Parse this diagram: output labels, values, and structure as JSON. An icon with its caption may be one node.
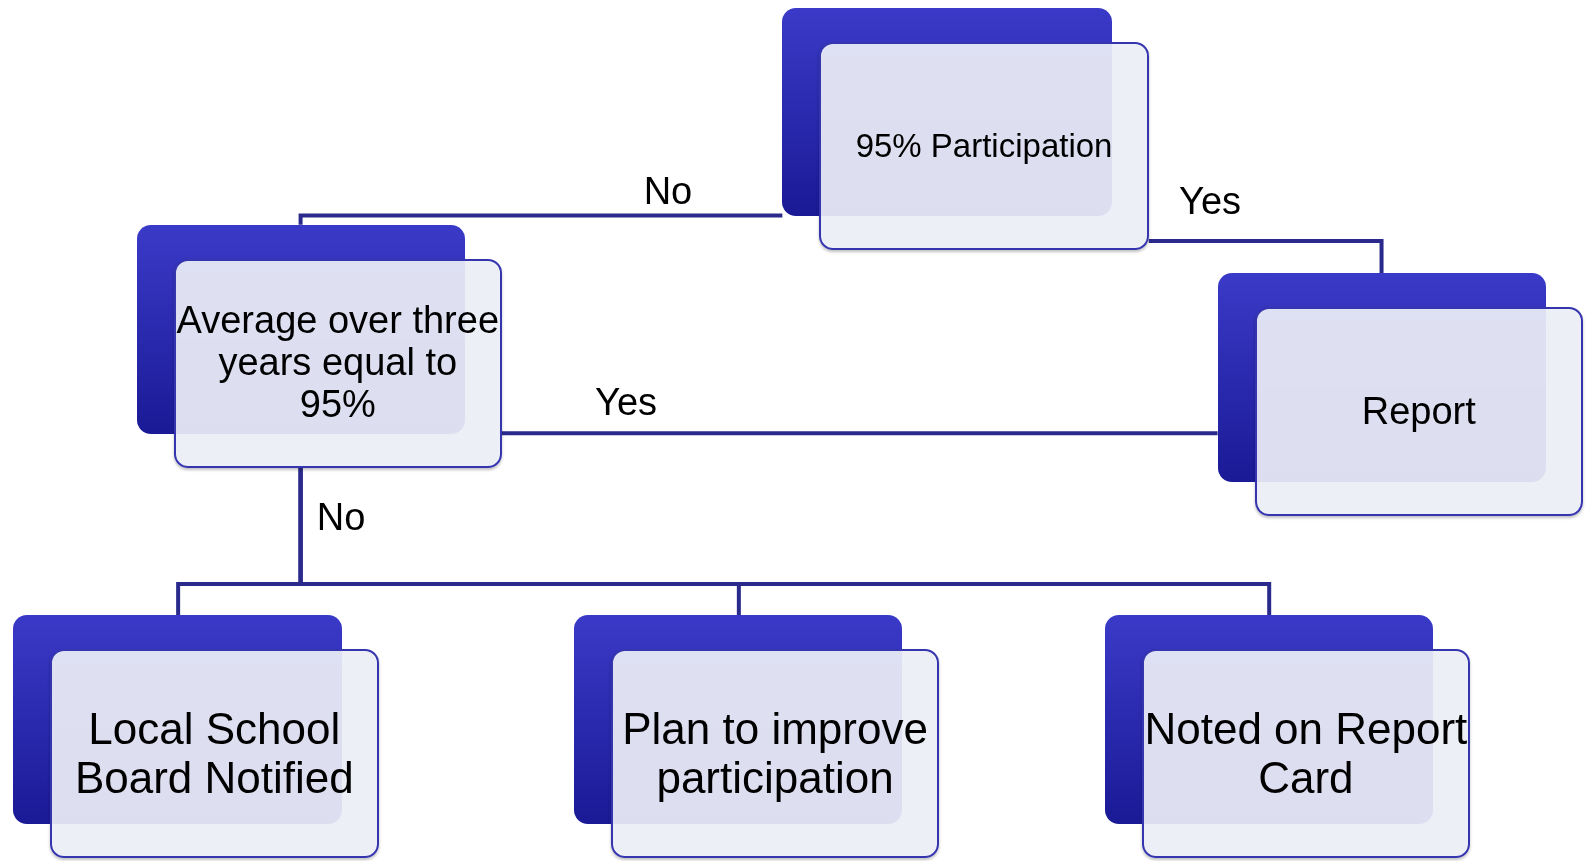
{
  "diagram": {
    "nodes": [
      {
        "text": [
          "95% Participation"
        ]
      },
      {
        "text": [
          "Average over three years equal to 95%"
        ]
      },
      {
        "text": [
          "Report"
        ]
      },
      {
        "text": [
          "Local School Board Notified"
        ]
      },
      {
        "text": [
          "Plan to improve participation"
        ]
      },
      {
        "text": [
          "Noted on Report Card"
        ]
      }
    ],
    "edges": [
      {
        "from": 0,
        "to": 1,
        "arrow": "none",
        "label": "No"
      },
      {
        "from": 0,
        "to": 2,
        "arrow": "none",
        "label": "Yes"
      },
      {
        "from": 1,
        "to": 2,
        "arrow": "none",
        "label": "Yes"
      },
      {
        "from": 1,
        "to": 3,
        "arrow": "none",
        "label": "No"
      },
      {
        "from": 1,
        "to": 4,
        "arrow": "none"
      },
      {
        "from": 1,
        "to": 5,
        "arrow": "none"
      }
    ]
  }
}
